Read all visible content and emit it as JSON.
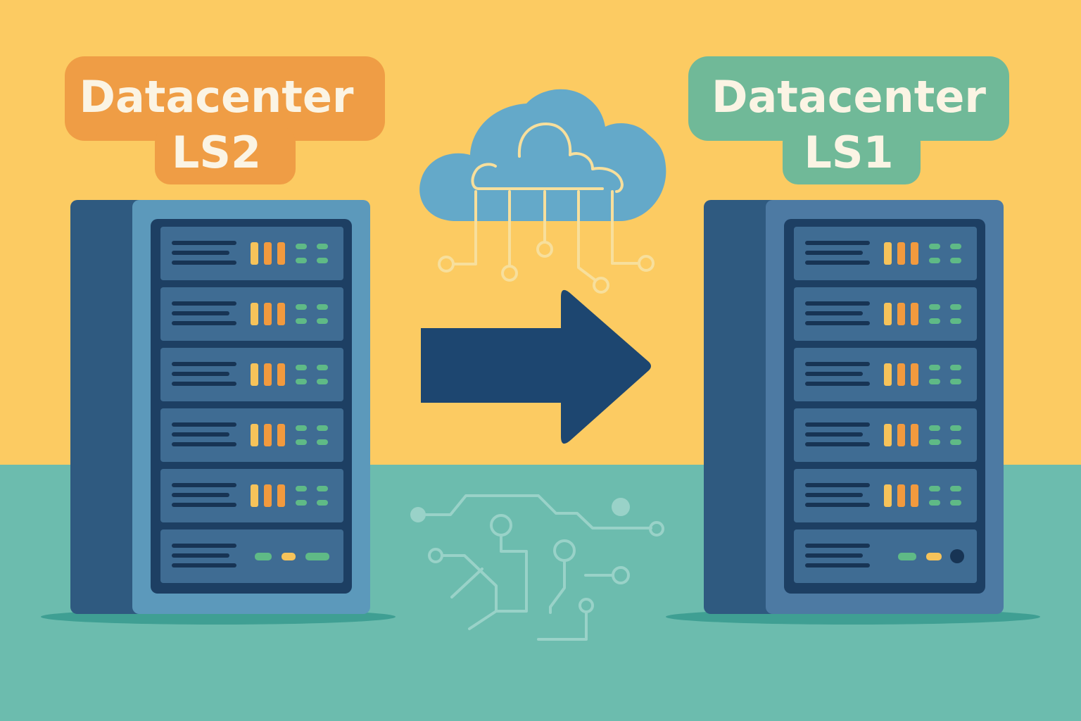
{
  "source_datacenter": {
    "line1": "Datacenter",
    "line2": "LS2",
    "color": "#ef9d45"
  },
  "target_datacenter": {
    "line1": "Datacenter",
    "line2": "LS1",
    "color": "#70b998"
  },
  "icons": {
    "cloud": "cloud-network-icon",
    "arrow": "arrow-right-icon",
    "circuit": "circuit-icon"
  },
  "colors": {
    "sky": "#fccb62",
    "floor": "#6cbcae",
    "rack_dark": "#2f5a80",
    "arrow": "#1d4670",
    "led_orange": "#f29a3e",
    "led_yellow": "#f6c35a",
    "led_green": "#5fba86"
  }
}
